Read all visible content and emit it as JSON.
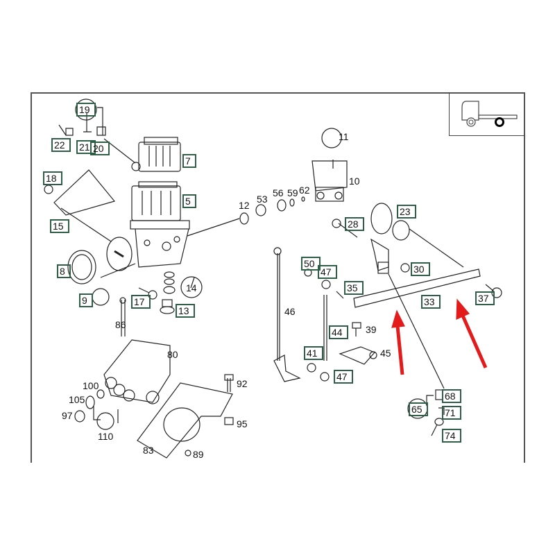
{
  "labels": {
    "l19": "19",
    "l22": "22",
    "l21": "21",
    "l20": "20",
    "l7": "7",
    "l18": "18",
    "l5": "5",
    "l15": "15",
    "l8": "8",
    "l9": "9",
    "l17": "17",
    "l13": "13",
    "l14": "14",
    "l86": "86",
    "l12": "12",
    "l53": "53",
    "l56": "56",
    "l59": "59",
    "l62": "62",
    "l11": "11",
    "l10": "10",
    "l28": "28",
    "l23": "23",
    "l50": "50",
    "l47a": "47",
    "l30": "30",
    "l35": "35",
    "l33": "33",
    "l37": "37",
    "l46": "46",
    "l44": "44",
    "l39": "39",
    "l41": "41",
    "l45": "45",
    "l47b": "47",
    "l80": "80",
    "l100": "100",
    "l105": "105",
    "l97": "97",
    "l110": "110",
    "l92": "92",
    "l95": "95",
    "l83": "83",
    "l89": "89",
    "l68": "68",
    "l65": "65",
    "l71": "71",
    "l74": "74"
  },
  "colors": {
    "label_box": "#2e5e45",
    "arrow": "#e31b1b",
    "frame": "#555555"
  }
}
